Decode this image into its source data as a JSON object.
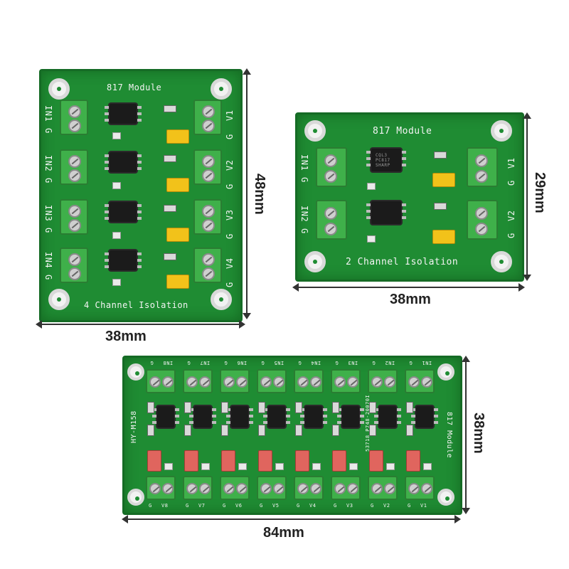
{
  "board_4ch": {
    "title": "817 Module",
    "caption": "4 Channel Isolation",
    "inputs": [
      "IN1",
      "IN2",
      "IN3",
      "IN4"
    ],
    "ground": "G",
    "outputs": [
      "V1",
      "V2",
      "V3",
      "V4"
    ]
  },
  "board_2ch": {
    "title": "817 Module",
    "caption": "2 Channel Isolation",
    "inputs": [
      "IN1",
      "IN2"
    ],
    "ground": "G",
    "outputs": [
      "V1",
      "V2"
    ],
    "chip_marking": "CQL3 PC817 SHARP"
  },
  "board_8ch": {
    "title": "817 Module",
    "model": "HY-M158",
    "code": "53718 P748-20070I",
    "inputs": [
      "IN8",
      "IN7",
      "IN6",
      "IN5",
      "IN4",
      "IN3",
      "IN2",
      "IN1"
    ],
    "ground": "G",
    "outputs": [
      "V8",
      "V7",
      "V6",
      "V5",
      "V4",
      "V3",
      "V2",
      "V1"
    ]
  },
  "dimensions": {
    "d4_height": "48mm",
    "d4_width": "38mm",
    "d2_height": "29mm",
    "d2_width": "38mm",
    "d8_height": "38mm",
    "d8_width": "84mm"
  }
}
